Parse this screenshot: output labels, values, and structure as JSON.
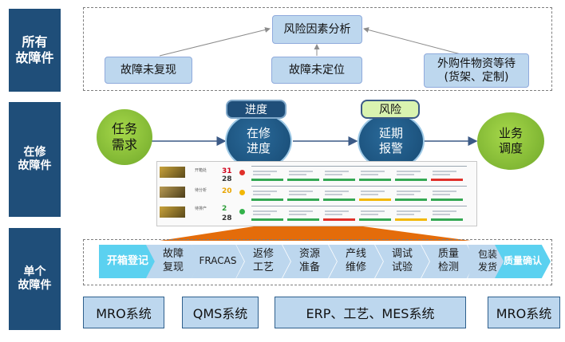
{
  "side_labels": {
    "all": "所有\n故障件",
    "in_repair": "在修\n故障件",
    "single": "单个\n故障件"
  },
  "risk_analysis": {
    "center": "风险因素分析",
    "left": "故障未复现",
    "middle": "故障未定位",
    "right": "外购件物资等待\n(货架、定制)"
  },
  "flow": {
    "task": "任务\n需求",
    "progress": "在修\n进度",
    "warning": "延期\n报警",
    "dispatch": "业务\n调度",
    "progress_tag": "进度",
    "risk_tag": "风险"
  },
  "screenshot": {
    "rows": [
      {
        "label": "开箱处",
        "count": "31",
        "count_color": "#d0021b",
        "status": "red"
      },
      {
        "label": "待分析",
        "count": "20",
        "count_color": "#e8a400",
        "status": "yellow"
      },
      {
        "label": "待排产",
        "count": "2",
        "count_color": "#2e9e3a",
        "status": "green"
      }
    ],
    "totals": [
      "28",
      "28"
    ]
  },
  "steps": [
    "开箱登记",
    "故障\n复现",
    "FRACAS",
    "返修\n工艺",
    "资源\n准备",
    "产线\n维修",
    "调试\n试验",
    "质量\n检测",
    "包装\n发货",
    "质量确认"
  ],
  "systems": [
    "MRO系统",
    "QMS系统",
    "ERP、工艺、MES系统",
    "MRO系统"
  ],
  "colors": {
    "navy": "#1f4e79",
    "light_blue": "#bdd7ee",
    "green": "#8dc63f",
    "cyan": "#5bd1f0",
    "orange": "#e46c0a"
  }
}
